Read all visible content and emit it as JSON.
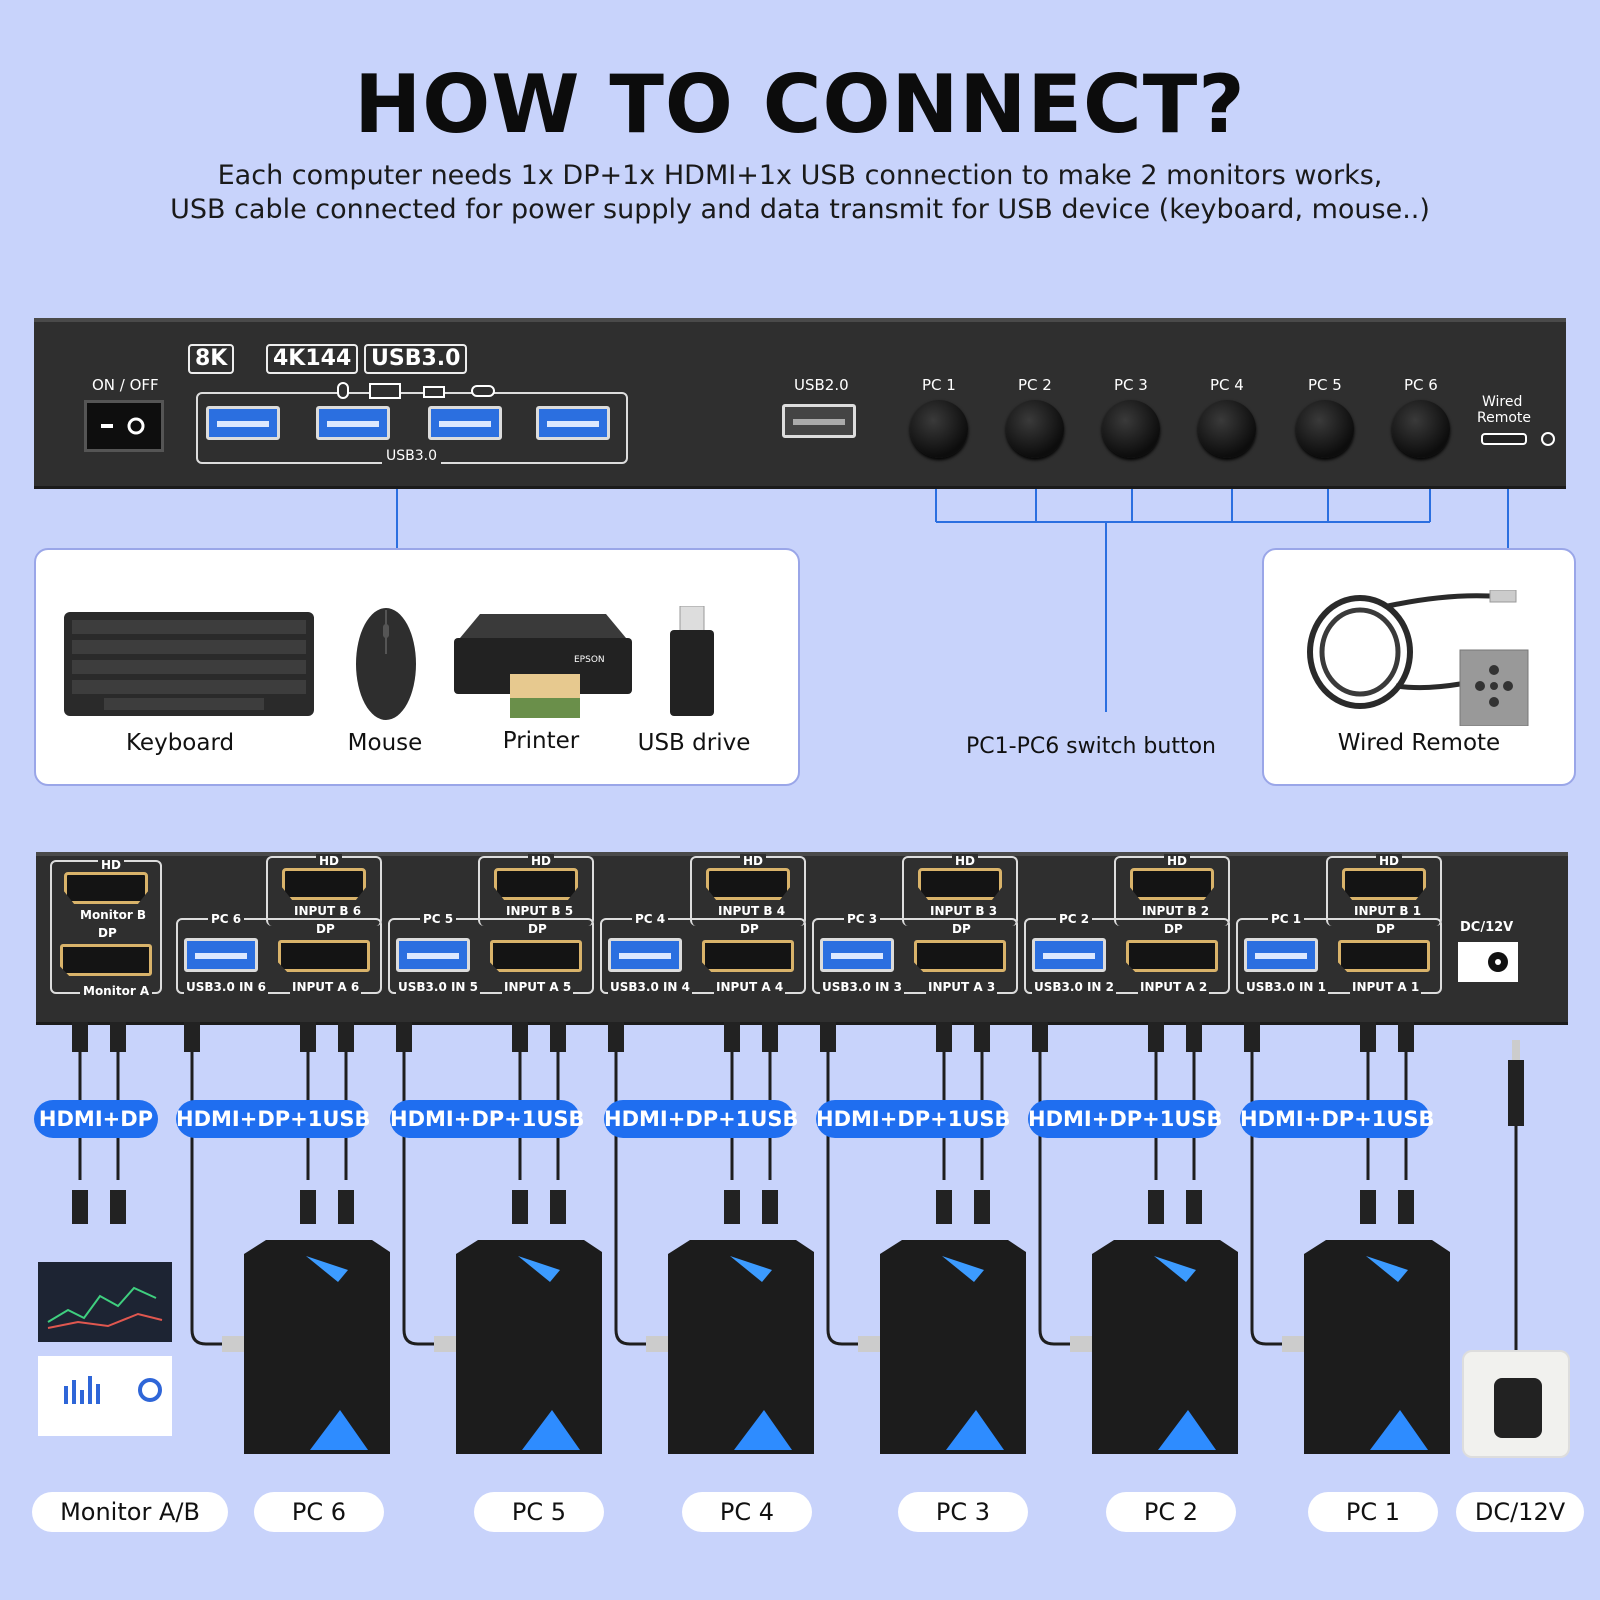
{
  "header": {
    "title": "HOW TO CONNECT?",
    "subtitle_line1": "Each computer needs 1x DP+1x HDMI+1x USB connection to make 2 monitors works,",
    "subtitle_line2": "USB cable connected for power supply and data transmit for USB device (keyboard, mouse..)"
  },
  "front_panel": {
    "power_label": "ON / OFF",
    "badges": [
      "8K",
      "4K144",
      "USB3.0"
    ],
    "usb30_label": "USB3.0",
    "usb20_label": "USB2.0",
    "pc_buttons": [
      "PC 1",
      "PC 2",
      "PC 3",
      "PC 4",
      "PC 5",
      "PC 6"
    ],
    "remote_label_line1": "Wired",
    "remote_label_line2": "Remote"
  },
  "devices_card": {
    "items": [
      "Keyboard",
      "Mouse",
      "Printer",
      "USB drive"
    ],
    "printer_brand": "EPSON"
  },
  "switch_label": "PC1-PC6 switch button",
  "remote_card": {
    "label": "Wired Remote"
  },
  "rear_panel": {
    "monitor_group": {
      "hd": "HD",
      "top": "Monitor B",
      "dp": "DP",
      "bottom": "Monitor A"
    },
    "pc_groups": [
      {
        "pc": "PC 6",
        "hd": "HD",
        "hdmi": "INPUT B 6",
        "dp": "DP",
        "usb": "USB3.0 IN 6",
        "dpin": "INPUT A 6"
      },
      {
        "pc": "PC 5",
        "hd": "HD",
        "hdmi": "INPUT B 5",
        "dp": "DP",
        "usb": "USB3.0 IN 5",
        "dpin": "INPUT A 5"
      },
      {
        "pc": "PC 4",
        "hd": "HD",
        "hdmi": "INPUT B 4",
        "dp": "DP",
        "usb": "USB3.0 IN 4",
        "dpin": "INPUT A 4"
      },
      {
        "pc": "PC 3",
        "hd": "HD",
        "hdmi": "INPUT B 3",
        "dp": "DP",
        "usb": "USB3.0 IN 3",
        "dpin": "INPUT A 3"
      },
      {
        "pc": "PC 2",
        "hd": "HD",
        "hdmi": "INPUT B 2",
        "dp": "DP",
        "usb": "USB3.0 IN 2",
        "dpin": "INPUT A 2"
      },
      {
        "pc": "PC 1",
        "hd": "HD",
        "hdmi": "INPUT B 1",
        "dp": "DP",
        "usb": "USB3.0 IN 1",
        "dpin": "INPUT A 1"
      }
    ],
    "dc_label": "DC/12V"
  },
  "cable_pills": [
    "HDMI+DP",
    "HDMI+DP+1USB",
    "HDMI+DP+1USB",
    "HDMI+DP+1USB",
    "HDMI+DP+1USB",
    "HDMI+DP+1USB",
    "HDMI+DP+1USB"
  ],
  "bottom_labels": [
    "Monitor A/B",
    "PC 6",
    "PC 5",
    "PC 4",
    "PC 3",
    "PC 2",
    "PC 1",
    "DC/12V"
  ],
  "colors": {
    "background": "#c8d3fb",
    "accent": "#1f6ef0",
    "panel": "#2f2f2f",
    "connector_line": "#2b6fe0"
  }
}
